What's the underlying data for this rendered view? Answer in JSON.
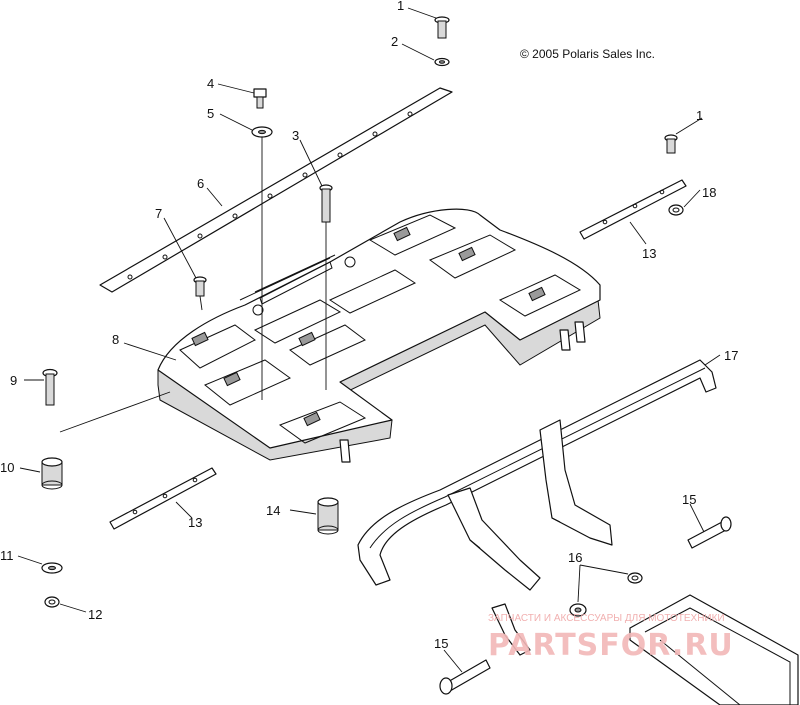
{
  "copyright": "© 2005 Polaris Sales Inc.",
  "watermark": {
    "small_text": "ЗАПЧАСТИ И АКСЕССУАРЫ ДЛЯ МОТОТЕХНИКИ",
    "logo_text": "PARTSFOR.RU"
  },
  "callouts": {
    "c1a": "1",
    "c1b": "1",
    "c2": "2",
    "c3": "3",
    "c4": "4",
    "c5": "5",
    "c6": "6",
    "c7": "7",
    "c8": "8",
    "c9": "9",
    "c10": "10",
    "c11": "11",
    "c12": "12",
    "c13a": "13",
    "c13b": "13",
    "c14": "14",
    "c15a": "15",
    "c15b": "15",
    "c16": "16",
    "c17": "17",
    "c18": "18"
  }
}
